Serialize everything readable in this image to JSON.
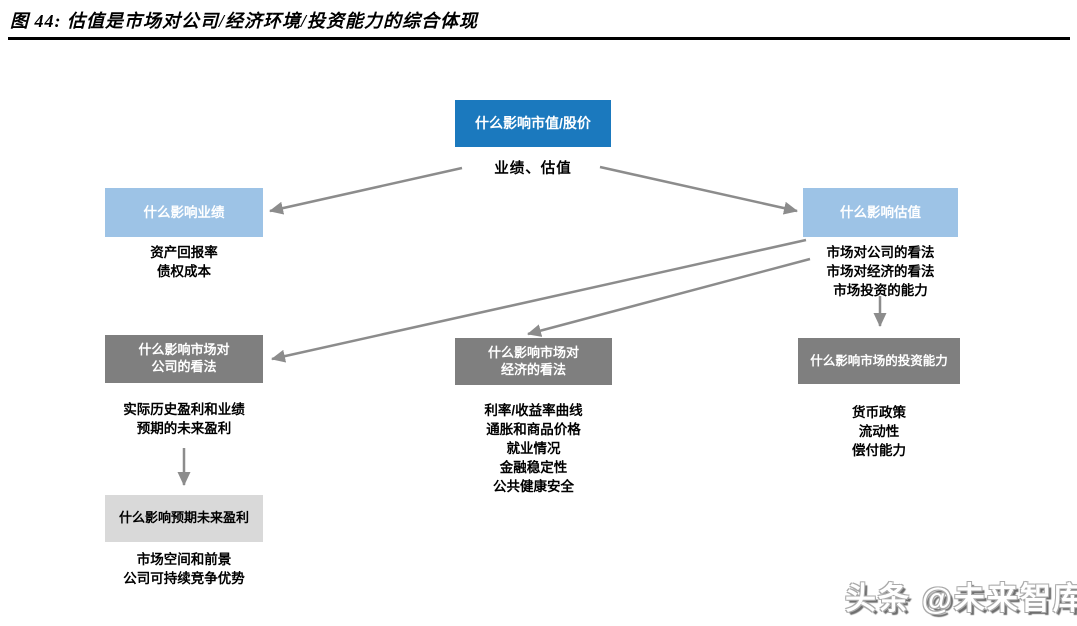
{
  "figure": {
    "title": "图 44:  估值是市场对公司/经济环境/投资能力的综合体现"
  },
  "diagram": {
    "top_box": {
      "label": "什么影响市值/股价"
    },
    "top_note": "业绩、估值",
    "performance_box": {
      "label": "什么影响业绩",
      "items": [
        "资产回报率",
        "债权成本"
      ]
    },
    "valuation_box": {
      "label": "什么影响估值",
      "items": [
        "市场对公司的看法",
        "市场对经济的看法",
        "市场投资的能力"
      ]
    },
    "company_view_box": {
      "label": "什么影响市场对\n公司的看法",
      "items": [
        "实际历史盈利和业绩",
        "预期的未来盈利"
      ]
    },
    "economy_view_box": {
      "label": "什么影响市场对\n经济的看法",
      "items": [
        "利率/收益率曲线",
        "通胀和商品价格",
        "就业情况",
        "金融稳定性",
        "公共健康安全"
      ]
    },
    "invest_ability_box": {
      "label": "什么影响市场的投资能力",
      "items": [
        "货币政策",
        "流动性",
        "偿付能力"
      ]
    },
    "future_profit_box": {
      "label": "什么影响预期未来盈利",
      "items": [
        "市场空间和前景",
        "公司可持续竞争优势"
      ]
    }
  },
  "watermark": "头条 @未来智库",
  "colors": {
    "primary_blue": "#1B79BE",
    "light_blue": "#9DC3E6",
    "dark_gray": "#7F7F7F",
    "light_gray": "#D9D9D9",
    "arrow_gray": "#8C8C8C"
  }
}
